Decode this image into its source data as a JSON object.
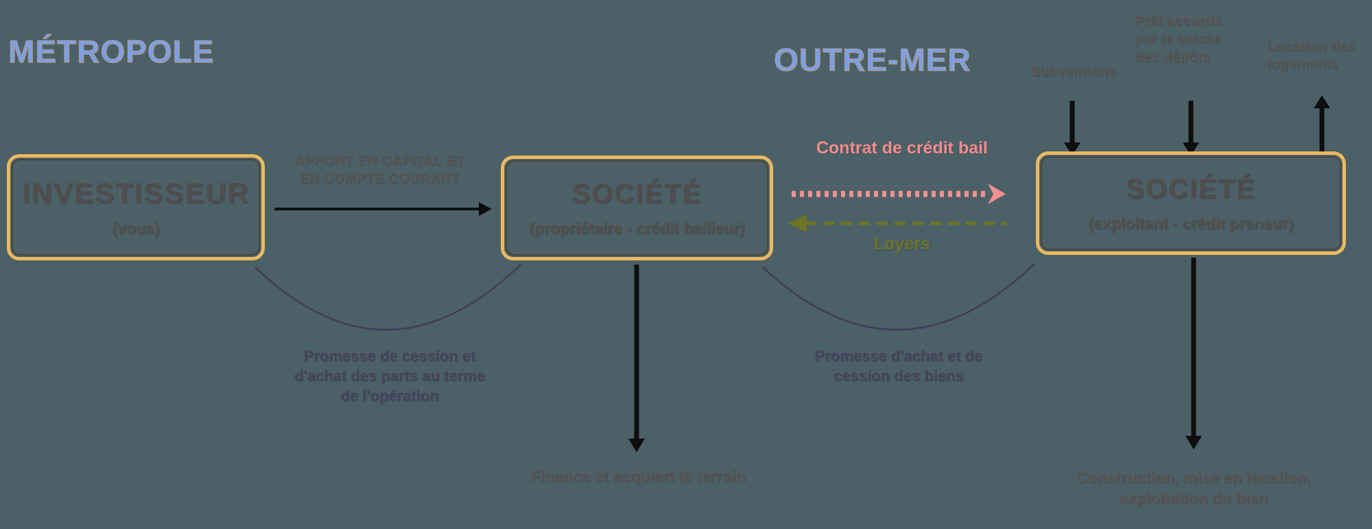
{
  "headings": {
    "left": "MÉTROPOLE",
    "right": "OUTRE-MER"
  },
  "boxes": {
    "investor": {
      "title": "INVESTISSEUR",
      "subtitle": "(vous)"
    },
    "societe_bailleur": {
      "title": "SOCIÉTÉ",
      "subtitle": "(propriétaire - crédit bailleur)"
    },
    "societe_preneur": {
      "title": "SOCIÉTÉ",
      "subtitle": "(exploitant - crédit preneur)"
    }
  },
  "flows": {
    "apport": "APPORT EN CAPITAL ET EN COMPTE COURANT",
    "credit_bail": "Contrat de crédit bail",
    "loyers": "Loyers",
    "promesse_parts": "Promesse de cession et d'achat des parts au terme de l'opération",
    "promesse_biens": "Promesse d'achat et de cession des biens",
    "finance_terrain": "Finance et acquiert le terrain",
    "construction": "Construction, mise en location, exploitation du bien",
    "subventions": "Subventions",
    "pret_caisse": "Prêt accordé par la caisse des dépôts",
    "location_logements": "Location des logements"
  },
  "colors": {
    "background": "#4C6067",
    "box_border_gold": "#ECB95F",
    "heading_blue": "#7D9FE8",
    "pink": "#F18C8C",
    "olive": "#6D7426",
    "slate_purple": "#46435C",
    "dark_text": "#5A5654",
    "arrow_black": "#0E0E0E"
  }
}
